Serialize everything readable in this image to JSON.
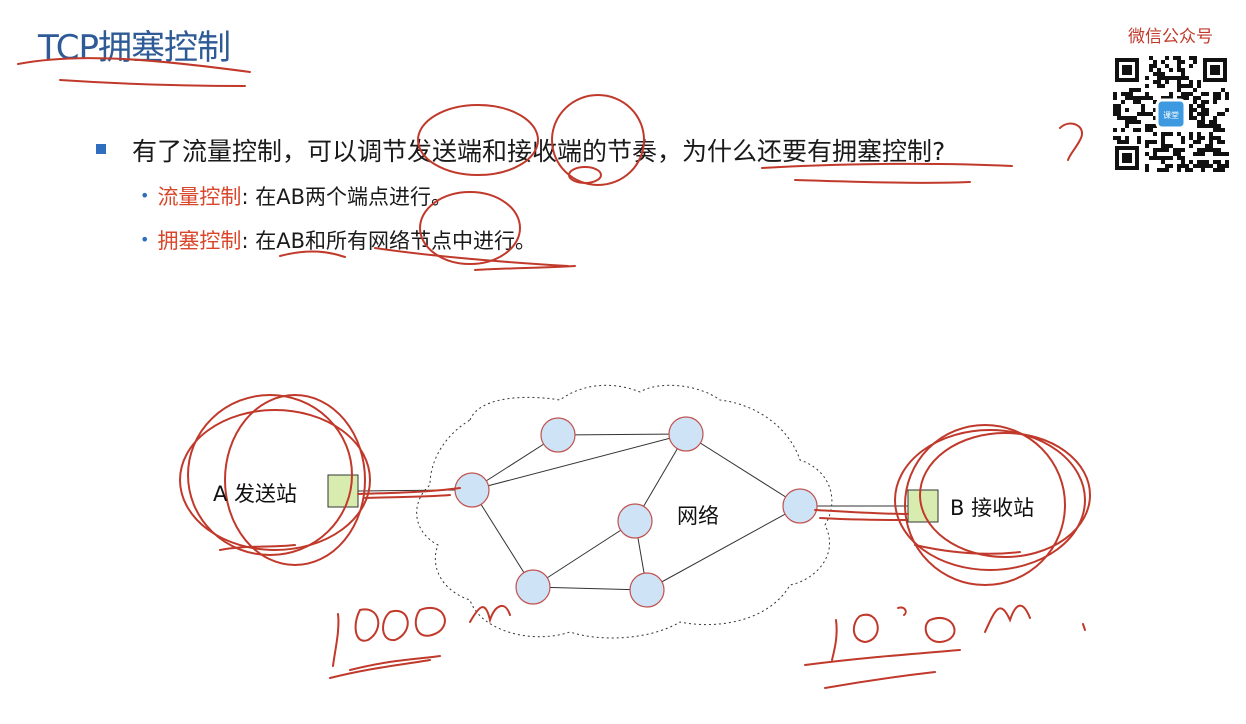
{
  "slide": {
    "title": "TCP拥塞控制",
    "wechat_label": "微信公众号",
    "qr_logo_text": "课堂"
  },
  "content": {
    "question": "有了流量控制，可以调节发送端和接收端的节奏，为什么还要有拥塞控制?",
    "points": [
      {
        "term": "流量控制",
        "sep": ":  ",
        "text": "在AB两个端点进行。"
      },
      {
        "term": "拥塞控制",
        "sep": ":  ",
        "text": "在AB和所有网络节点中进行。"
      }
    ]
  },
  "diagram": {
    "sender_label": "A 发送站",
    "receiver_label": "B 接收站",
    "network_label": "网络",
    "node_fill": "#cfe3f7",
    "node_stroke": "#c0504d",
    "buffer_fill": "#d8ecb0",
    "ink_color": "#c0392b"
  }
}
